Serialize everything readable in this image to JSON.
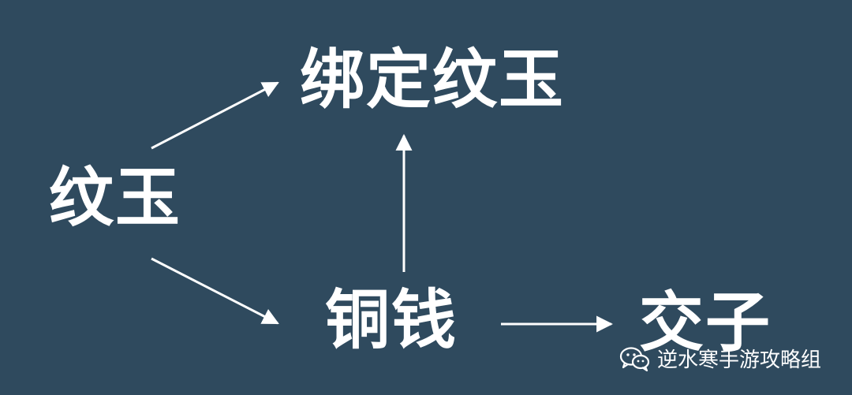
{
  "nodes": {
    "wenyu": "纹玉",
    "bound_wenyu": "绑定纹玉",
    "copper_coin": "铜钱",
    "jiaozi": "交子"
  },
  "edges": [
    {
      "from": "纹玉",
      "to": "绑定纹玉"
    },
    {
      "from": "纹玉",
      "to": "铜钱"
    },
    {
      "from": "铜钱",
      "to": "绑定纹玉"
    },
    {
      "from": "铜钱",
      "to": "交子"
    }
  ],
  "watermark": {
    "icon": "wechat-icon",
    "text": "逆水寒手游攻略组"
  },
  "colors": {
    "background": "#2f4a5e",
    "foreground": "#ffffff"
  }
}
